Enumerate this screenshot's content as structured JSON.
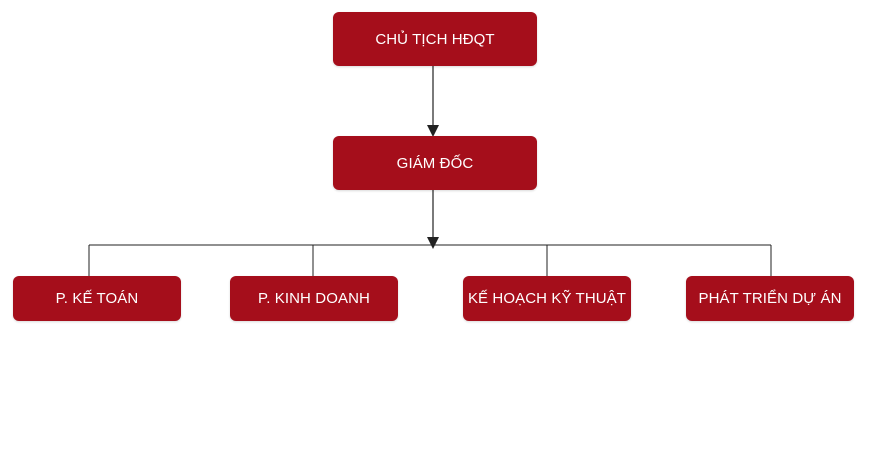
{
  "chart": {
    "top": "CHỦ TỊCH HĐQT",
    "middle": "GIÁM ĐỐC",
    "departments": [
      "P. KẾ TOÁN",
      "P. KINH DOANH",
      "KẾ HOẠCH KỸ THUẬT",
      "PHÁT TRIỂN DỰ ÁN"
    ]
  },
  "colors": {
    "box_fill": "#a50e1b",
    "box_text": "#ffffff",
    "connector": "#222222"
  }
}
